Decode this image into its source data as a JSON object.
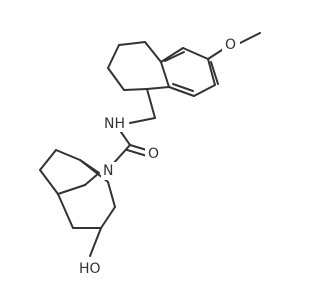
{
  "atoms": {
    "methoxy_o": "O",
    "amide_nh": "NH",
    "bridge_n": "N",
    "carbonyl_o": "O",
    "hydroxyl": "HO"
  },
  "colors": {
    "bond": "#333333",
    "background": "#ffffff"
  }
}
